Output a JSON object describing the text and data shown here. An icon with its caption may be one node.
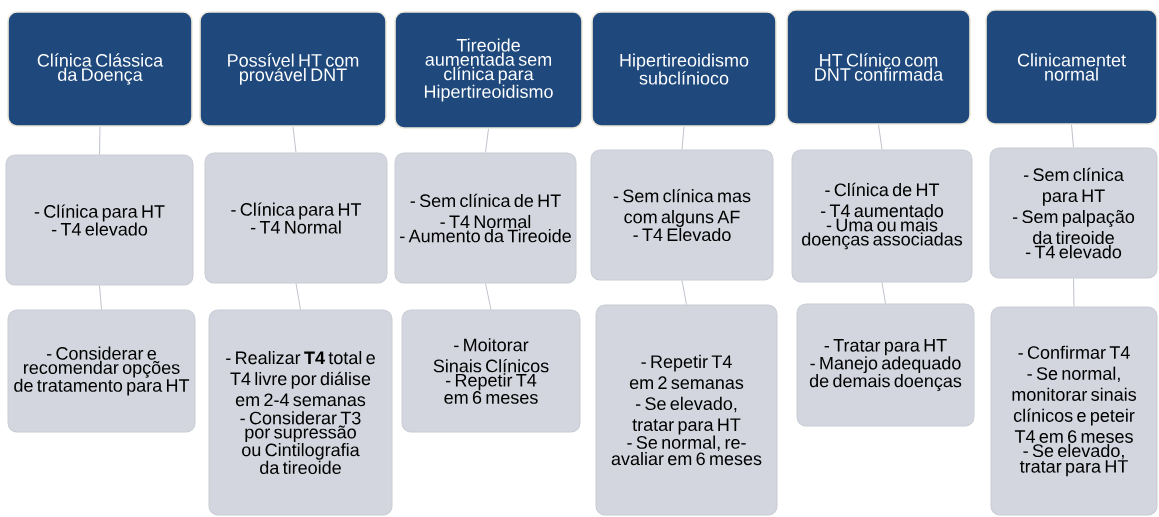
{
  "diagram": {
    "nodes": [
      {
        "text": [
          "Clínica Clássica da Doença"
        ]
      },
      {
        "text": [
          "Possível HT com provável DNT"
        ]
      },
      {
        "text": [
          "Tireoide aumentada sem clínica para Hipertireoidismo"
        ]
      },
      {
        "text": [
          "Hipertireoidismo subclínioco"
        ]
      },
      {
        "text": [
          "HT Clínico com DNT confirmada"
        ]
      },
      {
        "text": [
          "Clinicamentet normal"
        ]
      },
      {
        "text": [
          "- Clínica para HT",
          "- T4 elevado"
        ]
      },
      {
        "text": [
          "- Clínica para HT",
          "- T4 Normal"
        ]
      },
      {
        "text": [
          "- Sem clínica de HT",
          "- T4 Normal",
          "- Aumento da Tireoide"
        ]
      },
      {
        "text": [
          "- Sem clínica mas com alguns AF",
          "- T4 Elevado"
        ]
      },
      {
        "text": [
          "- Clínica de HT",
          "- T4 aumentado",
          "- Uma ou mais doenças associadas"
        ]
      },
      {
        "text": [
          "- Sem clínica para HT",
          "- Sem palpação da tireoide",
          "- T4 elevado"
        ]
      },
      {
        "text": [
          "- Considerar e recomendar opções de tratamento para HT"
        ]
      },
      {
        "text": [
          "- Realizar **T4** total e T4 livre por diálise em 2-4 semanas",
          "- Considerar T3 por supressão ou Cintilografia da tireoide"
        ]
      },
      {
        "text": [
          "- Moitorar Sinais Clínicos",
          "- Repetir T4 em 6 meses"
        ]
      },
      {
        "text": [
          "- Repetir T4 em 2 semanas",
          "- Se elevado, tratar para HT",
          "- Se normal, re-avaliar em 6 meses"
        ]
      },
      {
        "text": [
          "- Tratar para HT",
          "- Manejo adequado de demais doenças"
        ]
      },
      {
        "text": [
          "- Confirmar T4",
          "- Se normal, monitorar sinais clínicos e peteir T4 em 6 meses",
          "- Se elevado, tratar para HT"
        ]
      }
    ],
    "edges": [
      {
        "from": 0,
        "to": 6,
        "arrow": "none"
      },
      {
        "from": 1,
        "to": 7,
        "arrow": "none"
      },
      {
        "from": 2,
        "to": 8,
        "arrow": "none"
      },
      {
        "from": 3,
        "to": 9,
        "arrow": "none"
      },
      {
        "from": 4,
        "to": 10,
        "arrow": "none"
      },
      {
        "from": 5,
        "to": 11,
        "arrow": "none"
      },
      {
        "from": 6,
        "to": 12,
        "arrow": "none"
      },
      {
        "from": 7,
        "to": 13,
        "arrow": "none"
      },
      {
        "from": 8,
        "to": 14,
        "arrow": "none"
      },
      {
        "from": 9,
        "to": 15,
        "arrow": "none"
      },
      {
        "from": 10,
        "to": 16,
        "arrow": "none"
      },
      {
        "from": 11,
        "to": 17,
        "arrow": "none"
      }
    ]
  }
}
